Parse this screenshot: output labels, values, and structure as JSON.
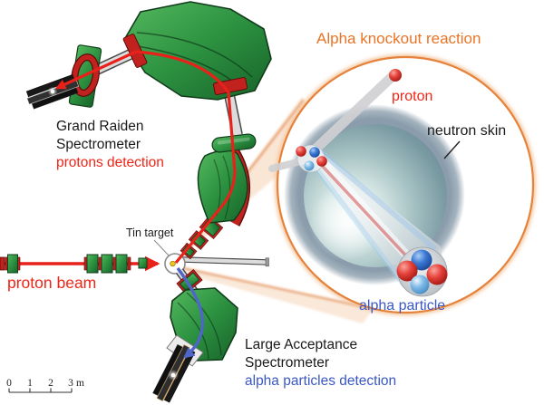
{
  "figure": {
    "title": "Alpha knockout reaction",
    "grand_raiden": {
      "name_line1": "Grand Raiden",
      "name_line2": "Spectrometer",
      "detection": "protons detection"
    },
    "beamline": {
      "beam_label": "proton beam",
      "target_label": "Tin target"
    },
    "las": {
      "name_line1": "Large Acceptance",
      "name_line2": "Spectrometer",
      "detection": "alpha particles detection"
    },
    "inset": {
      "proton_label": "proton",
      "neutron_skin_label": "neutron skin",
      "alpha_label": "alpha particle"
    },
    "scale_bar": {
      "tick0": "0",
      "tick1": "1",
      "tick2": "2",
      "tick3": "3",
      "unit": "m"
    },
    "colors": {
      "accent_orange": "#e87527",
      "proton_red": "#ee2517",
      "alpha_blue": "#3a57c4",
      "magnet_green": "#2c9140",
      "text_black": "#1a1a1a"
    }
  }
}
